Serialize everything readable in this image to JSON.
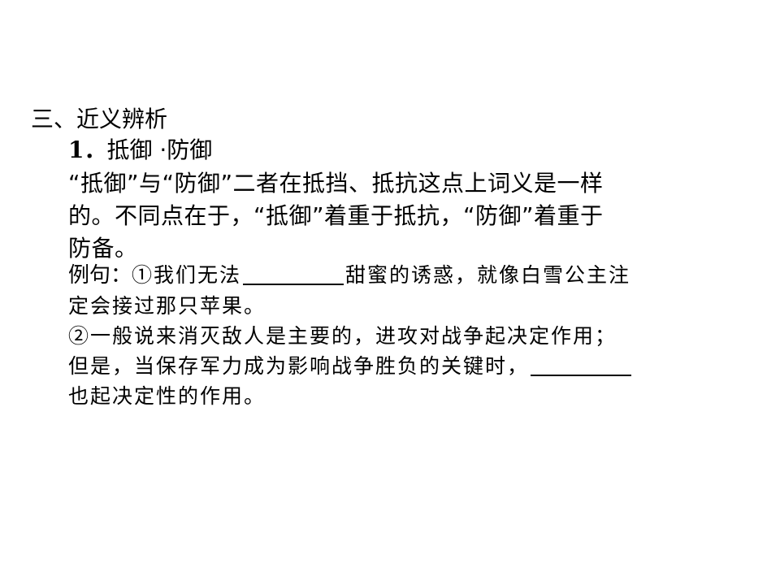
{
  "section": {
    "title": "三、近义辨析"
  },
  "subsection": {
    "number": "1．",
    "title": "抵御 ·防御"
  },
  "explanation": {
    "lines": [
      "“抵御”与“防御”二者在抵挡、抵抗这点上词义是一样",
      "的。不同点在于，“抵御”着重于抵抗，“防御”着重于",
      "防备。"
    ]
  },
  "examples": {
    "label": "例句：",
    "ex1_before_blank": "①我们无法",
    "ex1_after_blank": "甜蜜的诱惑，就像白雪公主注",
    "ex1_line2": "定会接过那只苹果。",
    "ex2_line1": "②一般说来消灭敌人是主要的，进攻对战争起决定作用；",
    "ex2_line2_before_blank": "但是，当保存军力成为影响战争胜负的关键时，",
    "ex2_line3": "也起决定性的作用。"
  }
}
